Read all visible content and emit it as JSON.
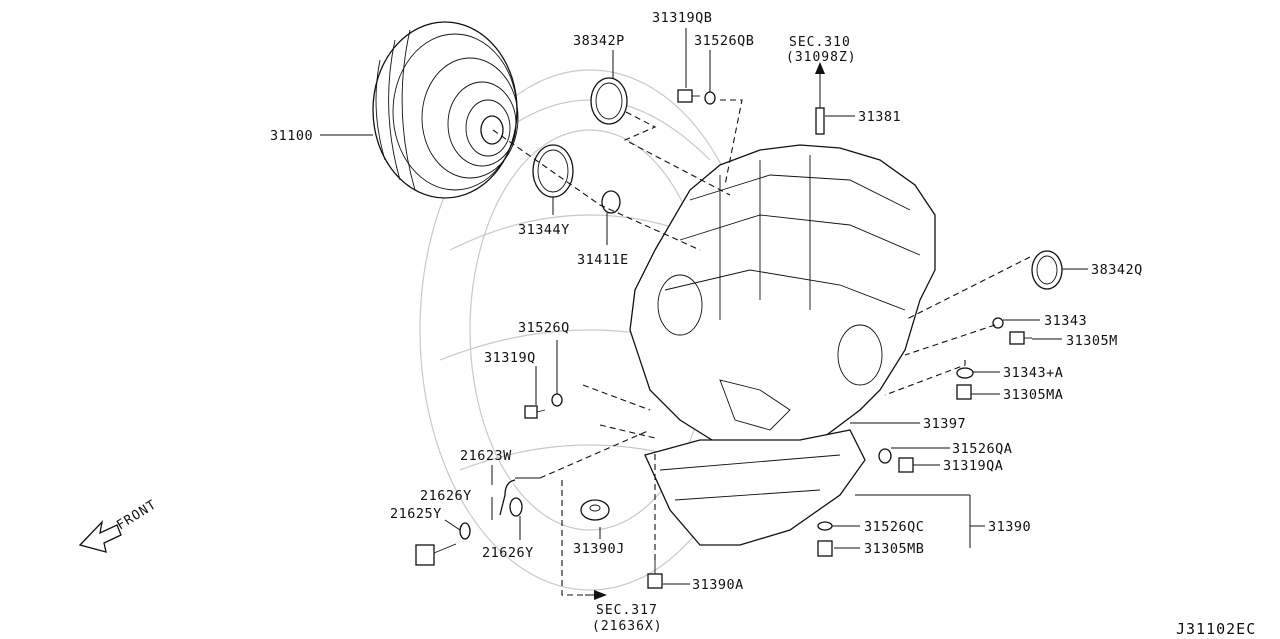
{
  "diagram_code": "J31102EC",
  "front_label": "FRONT",
  "sec_refs": [
    {
      "line1": "SEC.310",
      "line2": "(31098Z)"
    },
    {
      "line1": "SEC.317",
      "line2": "(21636X)"
    }
  ],
  "parts": [
    "31100",
    "38342P",
    "31319QB",
    "31526QB",
    "31381",
    "31344Y",
    "31411E",
    "38342Q",
    "31343",
    "31305M",
    "31343+A",
    "31305MA",
    "31397",
    "31526QA",
    "31319QA",
    "31390",
    "31526QC",
    "31305MB",
    "31526Q",
    "31319Q",
    "21623W",
    "21626Y",
    "21625Y",
    "21626Y",
    "31390J",
    "31390A"
  ]
}
